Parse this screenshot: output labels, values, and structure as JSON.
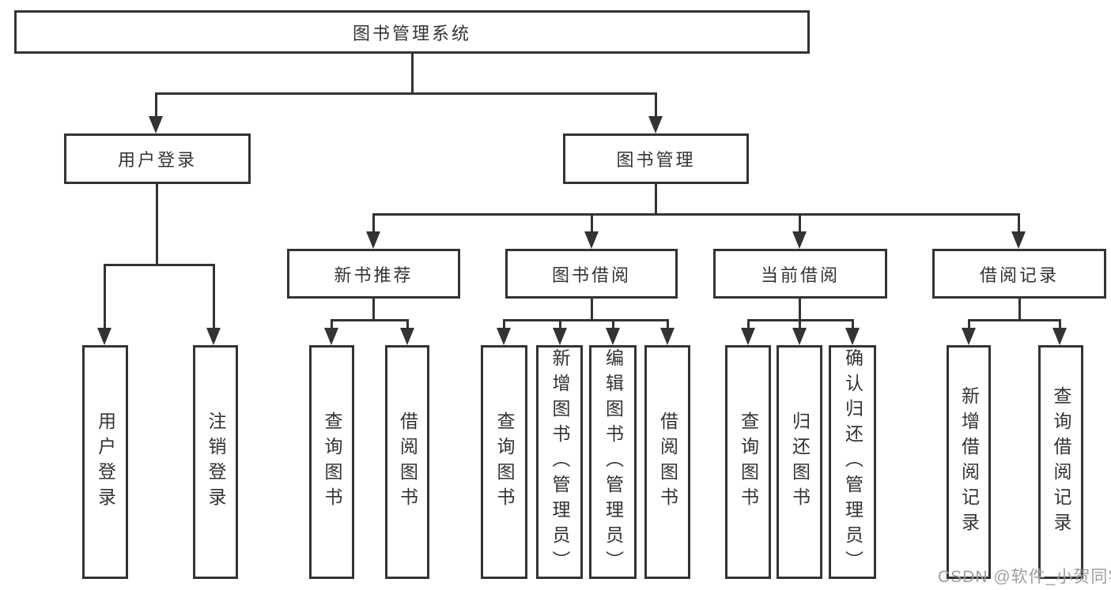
{
  "diagram": {
    "root": {
      "label": "图书管理系统"
    },
    "level2": {
      "user_login": {
        "label": "用户登录"
      },
      "book_manage": {
        "label": "图书管理"
      }
    },
    "level3": {
      "new_book_rec": {
        "label": "新书推荐"
      },
      "book_borrow": {
        "label": "图书借阅"
      },
      "current_borrow": {
        "label": "当前借阅"
      },
      "borrow_record": {
        "label": "借阅记录"
      }
    },
    "leaves": {
      "user_login": {
        "label": "用户登录"
      },
      "logout": {
        "label": "注销登录"
      },
      "rec_query_book": {
        "label": "查询图书"
      },
      "rec_borrow_book": {
        "label": "借阅图书"
      },
      "borrow_query_book": {
        "label": "查询图书"
      },
      "borrow_add_book": {
        "label": "新增图书（管理员）"
      },
      "borrow_edit_book": {
        "label": "编辑图书（管理员）"
      },
      "borrow_borrow_book": {
        "label": "借阅图书"
      },
      "current_query_book": {
        "label": "查询图书"
      },
      "current_return_book": {
        "label": "归还图书"
      },
      "current_confirm_return": {
        "label": "确认归还（管理员）"
      },
      "record_add": {
        "label": "新增借阅记录"
      },
      "record_query": {
        "label": "查询借阅记录"
      }
    }
  },
  "watermark": {
    "text": "CSDN @软件_小贺同学"
  },
  "colors": {
    "line": "#333333",
    "text": "#333333",
    "background": "#ffffff",
    "watermark": "#9e9e9e"
  }
}
